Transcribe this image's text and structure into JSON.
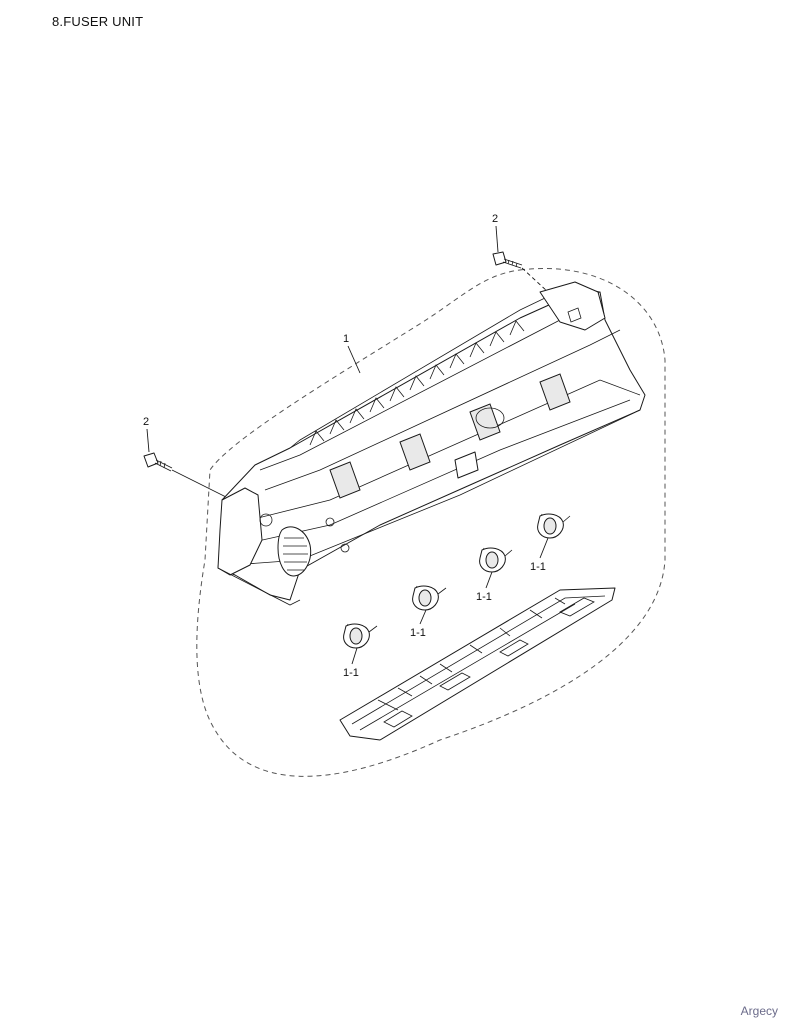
{
  "page": {
    "title": "8.FUSER UNIT",
    "watermark": "Argecy"
  },
  "callouts": {
    "fuser_unit": "1",
    "screw_top": "2",
    "screw_left": "2",
    "roller_a": "1-1",
    "roller_b": "1-1",
    "roller_c": "1-1",
    "roller_d": "1-1"
  }
}
